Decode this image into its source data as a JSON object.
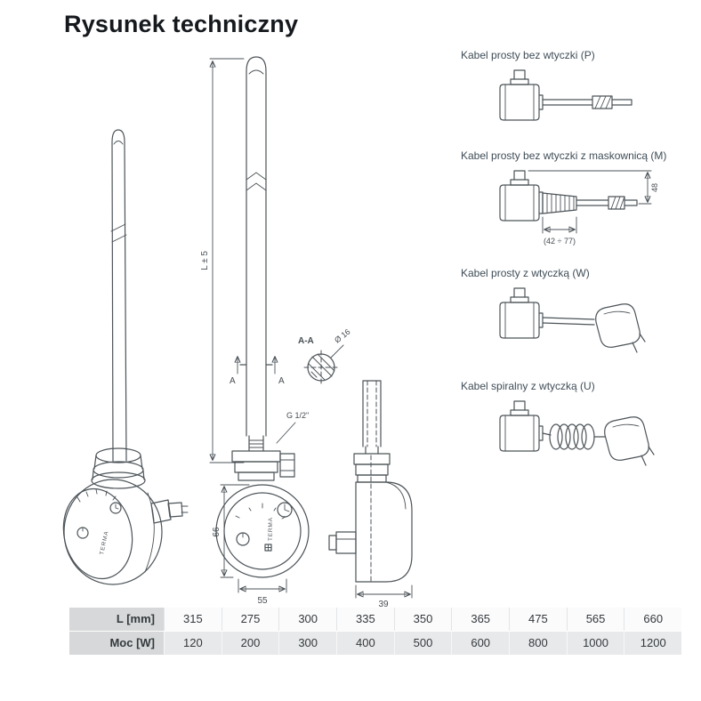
{
  "page": {
    "title": "Rysunek techniczny"
  },
  "drawing": {
    "dim_length": "L ± 5",
    "dim_head_height": "66",
    "dim_head_width": "55",
    "dim_side_width": "39",
    "thread_label": "G 1/2\"",
    "section_label": "A-A",
    "section_marker": "A",
    "section_diameter": "Ø 16",
    "brand": "TERMA"
  },
  "cables": [
    {
      "label": "Kabel prosty bez wtyczki (P)"
    },
    {
      "label": "Kabel prosty bez wtyczki z maskownicą (M)",
      "dim_range": "(42 ÷ 77)",
      "dim_height": "48"
    },
    {
      "label": "Kabel prosty z wtyczką (W)"
    },
    {
      "label": "Kabel spiralny z wtyczką (U)"
    }
  ],
  "table": {
    "rows": [
      {
        "header": "L [mm]",
        "values": [
          "315",
          "275",
          "300",
          "335",
          "350",
          "365",
          "475",
          "565",
          "660"
        ]
      },
      {
        "header": "Moc [W]",
        "values": [
          "120",
          "200",
          "300",
          "400",
          "500",
          "600",
          "800",
          "1000",
          "1200"
        ]
      }
    ]
  }
}
